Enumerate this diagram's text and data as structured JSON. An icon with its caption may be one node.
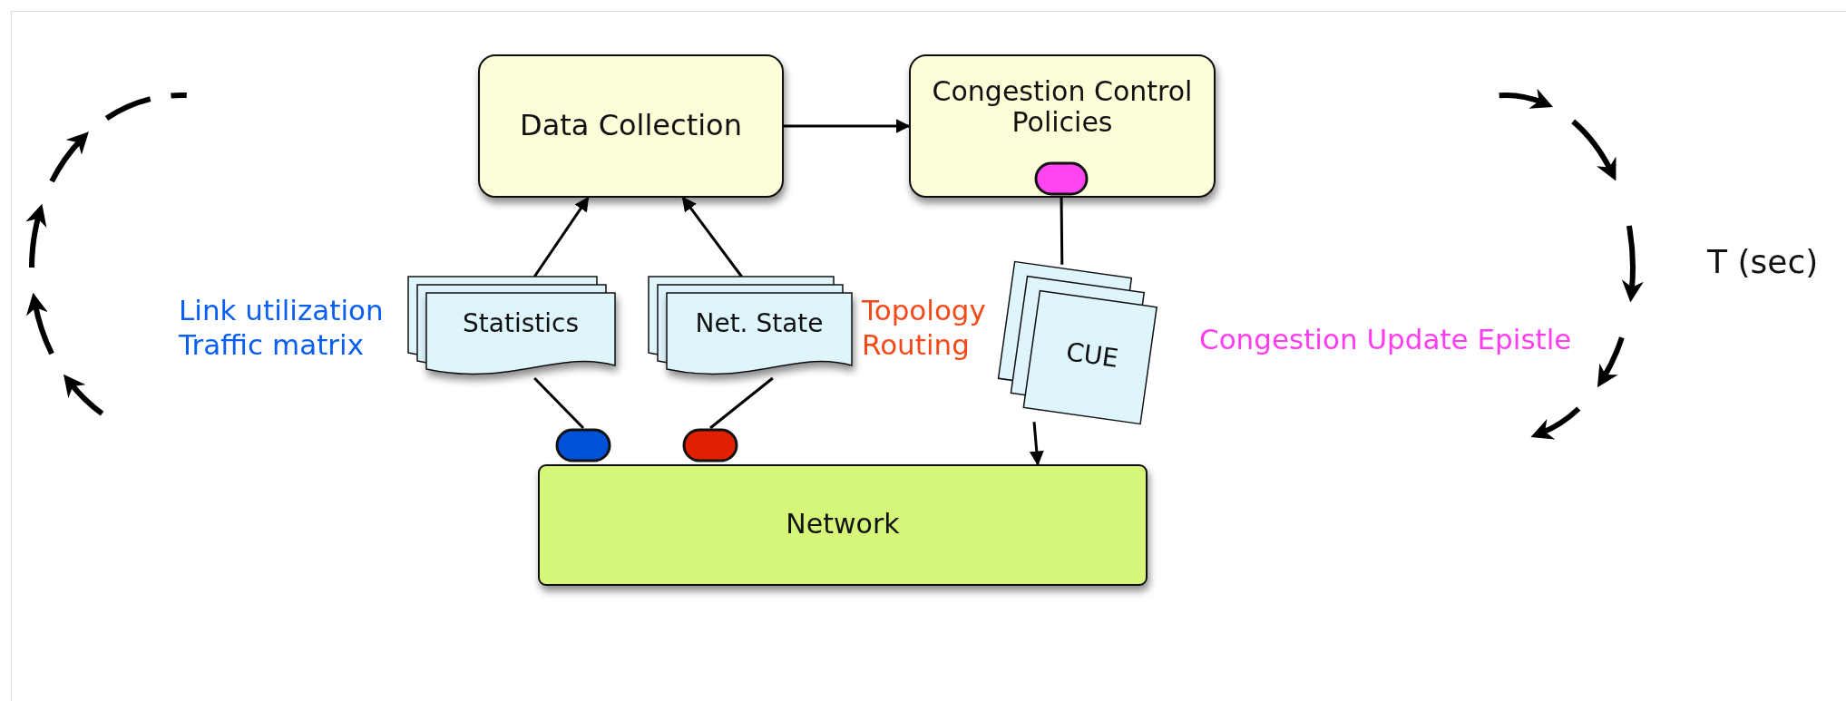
{
  "diagram": {
    "nodes": [
      {
        "text": [
          "Data Collection"
        ]
      },
      {
        "text": [
          "Congestion Control Policies"
        ]
      },
      {
        "text": [
          "Statistics"
        ],
        "beside": [
          "Link utilization",
          "Traffic matrix"
        ]
      },
      {
        "text": [
          "Net. State"
        ],
        "beside": [
          "Topology",
          "Routing"
        ]
      },
      {
        "text": [
          "CUE"
        ],
        "beside": [
          "Congestion Update Epistle"
        ]
      },
      {
        "text": [
          "Network"
        ]
      },
      {
        "text": [],
        "shape": "pill"
      },
      {
        "text": [],
        "shape": "pill"
      },
      {
        "text": [],
        "shape": "pill",
        "in": 1
      }
    ],
    "edges": [
      {
        "from": 0,
        "to": 1,
        "arrow": "to"
      },
      {
        "from": 2,
        "to": 0,
        "arrow": "to"
      },
      {
        "from": 3,
        "to": 0,
        "arrow": "to"
      },
      {
        "from": 6,
        "to": 2,
        "arrow": "none"
      },
      {
        "from": 7,
        "to": 3,
        "arrow": "none"
      },
      {
        "from": 8,
        "to": 4,
        "arrow": "none"
      },
      {
        "from": 4,
        "to": 5,
        "arrow": "to"
      }
    ],
    "labels": [
      "T (sec)"
    ]
  }
}
